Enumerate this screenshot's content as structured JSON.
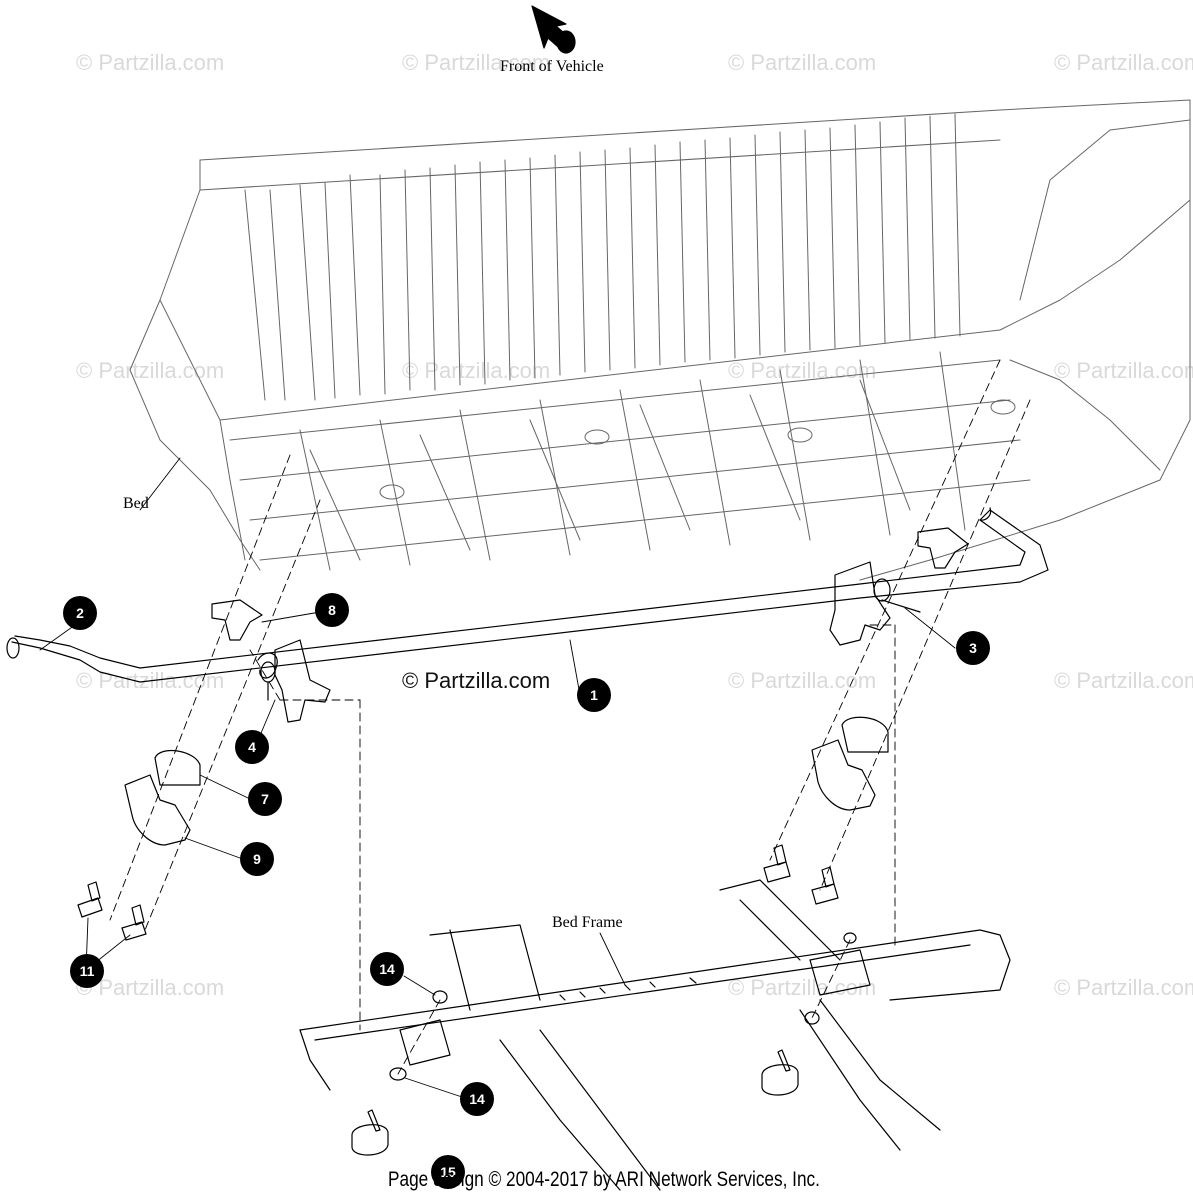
{
  "header": {
    "front_label": "Front of Vehicle"
  },
  "labels": {
    "bed": "Bed",
    "bed_frame": "Bed Frame"
  },
  "watermark": {
    "text": "© Partzilla.com",
    "center_text": "© Partzilla.com"
  },
  "callouts": [
    "1",
    "2",
    "3",
    "4",
    "7",
    "8",
    "9",
    "11",
    "14",
    "14",
    "15"
  ],
  "footer": {
    "text": "Page design © 2004-2017 by ARI Network Services, Inc."
  },
  "colors": {
    "line": "#000000",
    "watermark": "#d9d9d9",
    "callout_bg": "#000000",
    "callout_text": "#ffffff"
  }
}
